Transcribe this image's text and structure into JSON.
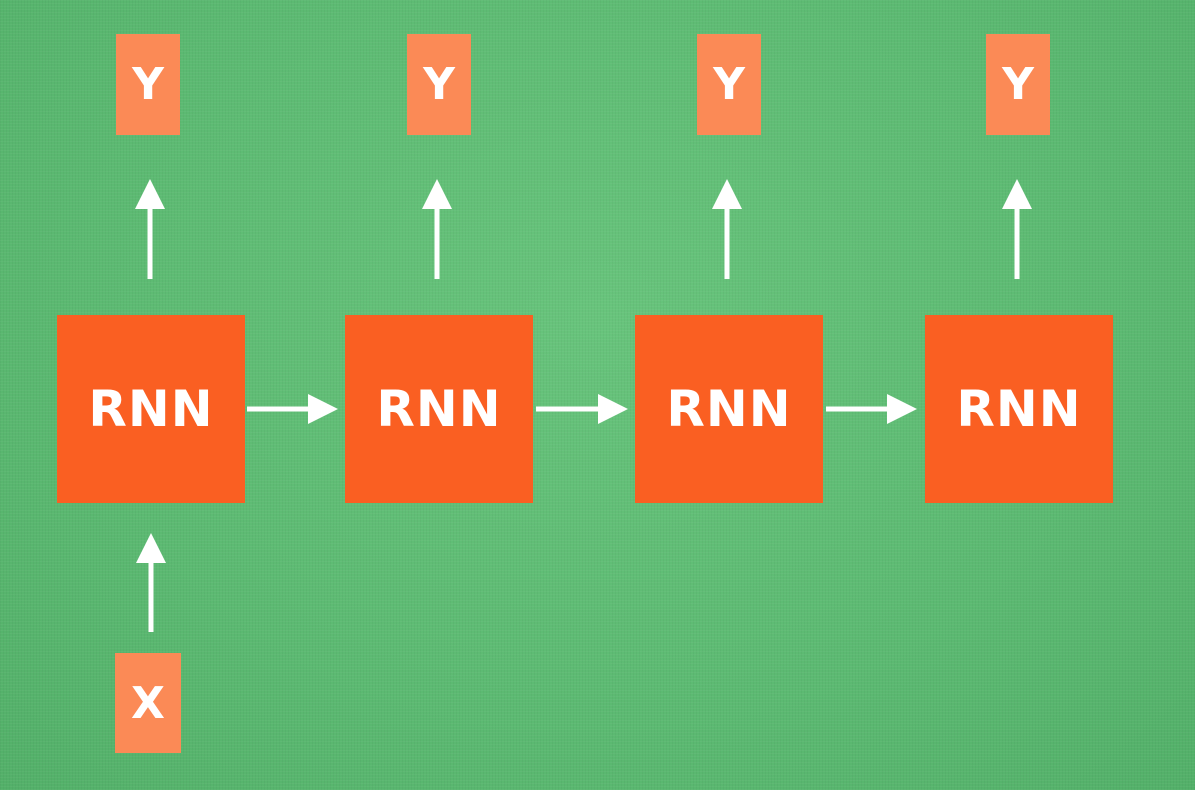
{
  "diagram": {
    "rnn_cells": [
      "RNN",
      "RNN",
      "RNN",
      "RNN"
    ],
    "outputs": [
      "Y",
      "Y",
      "Y",
      "Y"
    ],
    "input": "X"
  },
  "colors": {
    "background": "#5fbf76",
    "rnn_fill": "#fa5f22",
    "io_fill": "#fb8a56",
    "arrow": "#ffffff",
    "text": "#ffffff"
  }
}
